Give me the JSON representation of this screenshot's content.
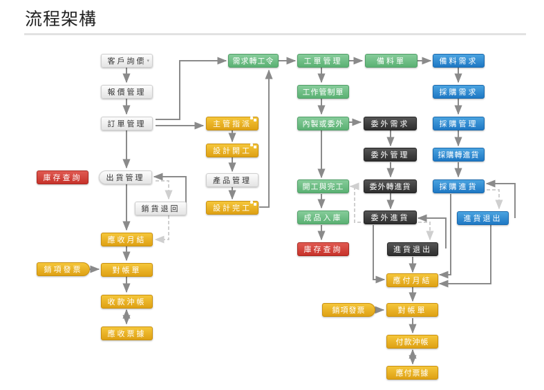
{
  "page": {
    "title": "流程架構"
  },
  "nodes": {
    "customer_inquiry": "客戶詢價",
    "quote_mgmt": "報價管理",
    "order_mgmt": "訂單管理",
    "shipment_mgmt": "出貨管理",
    "sales_return": "銷貨退回",
    "inventory_query_left": "庫存查詢",
    "ar_monthly_close": "應收月結",
    "sales_invoice_left": "銷項發票",
    "statement_left": "對帳單",
    "receipt_offset": "收款沖帳",
    "ar_notes": "應收票據",
    "supervisor_assign": "主管指派",
    "design_start": "設計開工",
    "product_mgmt": "產品管理",
    "design_complete": "設計完工",
    "demand_to_work_order": "需求轉工令",
    "work_order_mgmt": "工單管理",
    "work_control_sheet": "工作管制單",
    "inhouse_or_outsource": "內製或委外",
    "work_start_complete": "開工與完工",
    "finished_goods_in": "成品入庫",
    "inventory_query_mid": "庫存查詢",
    "material_prep": "備料單",
    "outsource_demand": "委外需求",
    "outsource_mgmt": "委外管理",
    "outsource_to_receipt": "委外轉進貨",
    "outsource_receipt": "委外進貨",
    "purchase_return_mid": "進貨退出",
    "material_demand": "備料需求",
    "purchase_demand": "採購需求",
    "purchase_mgmt": "採購管理",
    "purchase_to_receipt": "採購轉進貨",
    "purchase_receipt": "採購進貨",
    "purchase_return_right": "進貨退出",
    "ap_monthly_close": "應付月結",
    "sales_invoice_right": "銷項發票",
    "statement_right": "對帳單",
    "payment_offset": "付款沖帳",
    "ap_notes": "應付票據"
  },
  "colors": {
    "gray": "#e8e8e8",
    "yellow": "#e5ac1c",
    "green": "#6dbd84",
    "blue": "#2a86cf",
    "dark": "#3a3a3a",
    "red": "#d2423a",
    "arrow": "#8a8a8a",
    "dashed_arrow": "#cfcfcf"
  },
  "icons": {
    "dropdown": "dropdown-icon",
    "badge": "assign-badge-icon"
  }
}
